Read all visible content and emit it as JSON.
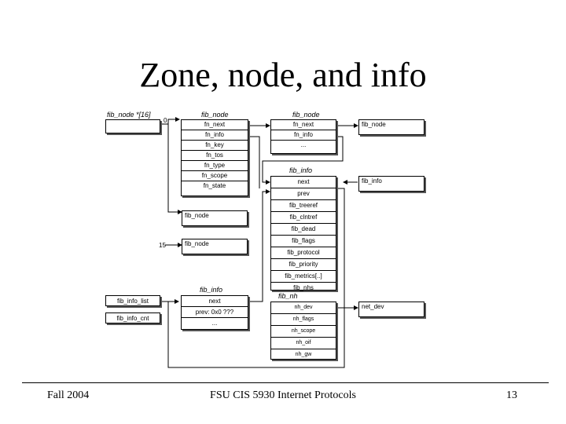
{
  "title": "Zone, node, and info",
  "fib_node_array": {
    "caption": "fib_node *[16]",
    "index_0": "0",
    "index_15": "15"
  },
  "fib_node_1": {
    "caption": "fib_node",
    "fields": [
      "fn_next",
      "fn_info",
      "fn_key",
      "fn_tos",
      "fn_type",
      "fn_scope",
      "fn_state"
    ]
  },
  "fib_node_2": {
    "caption": "fib_node",
    "fields": [
      "fn_next",
      "fn_info",
      "..."
    ]
  },
  "fib_node_next": {
    "label": "fib_node"
  },
  "fib_info_2": {
    "caption": "fib_info",
    "fields": [
      "next",
      "prev",
      "fib_treeref",
      "fib_clntref",
      "fib_dead",
      "fib_flags",
      "fib_protocol",
      "fib_priority",
      "fib_metrics[..]",
      "fib_nhs"
    ]
  },
  "fib_info_next": {
    "label": "fib_info"
  },
  "small_nodes": {
    "node_a": "fib_node",
    "node_b": "fib_node"
  },
  "fib_nh": {
    "caption": "fib_nh",
    "fields": [
      "nh_dev",
      "nh_flags",
      "nh_scope",
      "nh_oif",
      "nh_gw"
    ]
  },
  "net_dev": {
    "label": "net_dev"
  },
  "fib_info_1": {
    "caption": "fib_info",
    "fields": [
      "next",
      "prev: 0x0 ???",
      "..."
    ]
  },
  "fib_info_list": "fib_info_list",
  "fib_info_cnt": "fib_info_cnt",
  "footer": {
    "left": "Fall 2004",
    "center": "FSU CIS 5930 Internet Protocols",
    "right": "13"
  }
}
